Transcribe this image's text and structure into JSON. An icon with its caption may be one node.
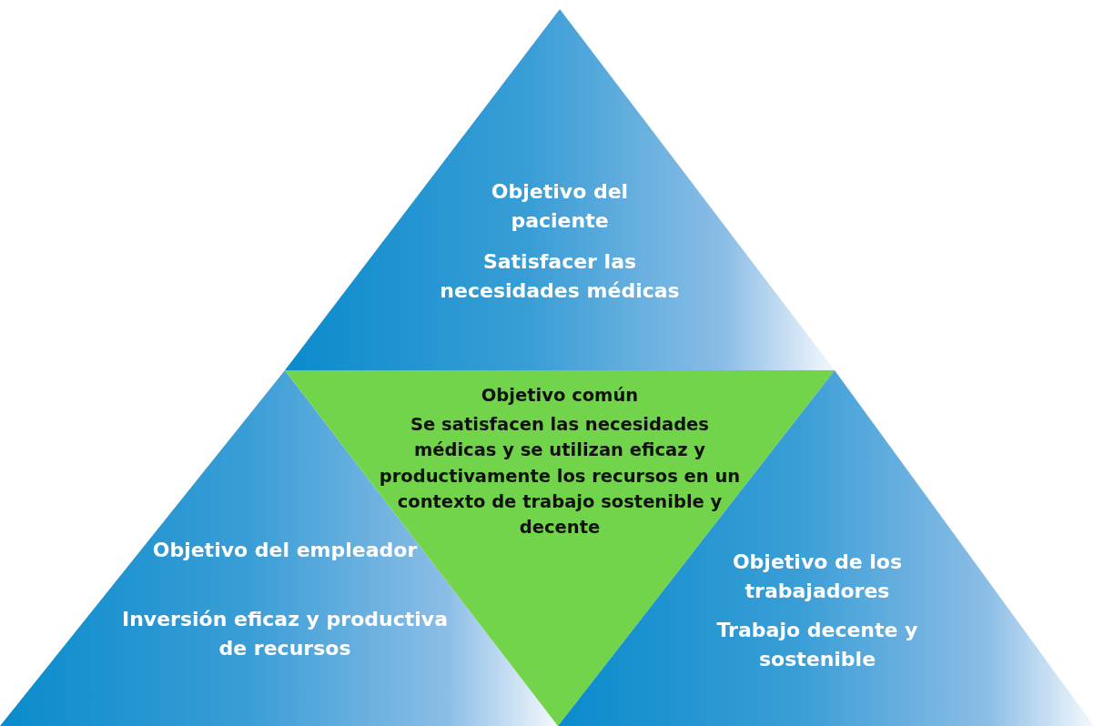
{
  "diagram": {
    "nodes": [
      {
        "text": [
          "Objetivo del paciente",
          "Satisfacer las necesidades médicas"
        ]
      },
      {
        "text": [
          "Objetivo del empleador",
          "Inversión eficaz y productiva de recursos"
        ]
      },
      {
        "text": [
          "Objetivo común",
          "Se satisfacen las necesidades médicas y se utilizan eficaz y productivamente los recursos en un contexto de trabajo sostenible y decente"
        ]
      },
      {
        "text": [
          "Objetivo de los trabajadores",
          "Trabajo decente y sostenible"
        ]
      }
    ]
  }
}
